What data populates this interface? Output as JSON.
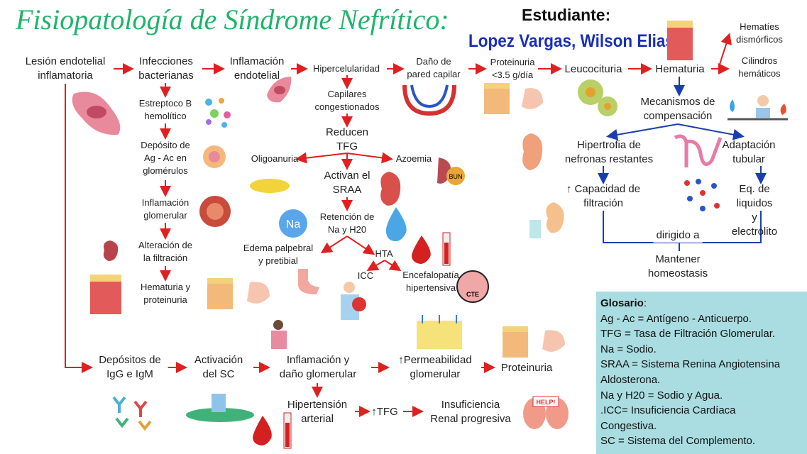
{
  "title": "Fisiopatología de Síndrome Nefrítico:",
  "student_label": "Estudiante:",
  "student_name": "Lopez Vargas, Wilson Elias",
  "colors": {
    "title": "#1fb36b",
    "student": "#1a2fb8",
    "arrow": "#e02020",
    "compensation": "#1a3db0",
    "glossary_bg": "#a9dde1"
  },
  "nodes": {
    "lesion": "Lesión endotelial\ninflamatoria",
    "infecciones": "Infecciones\nbacterianas",
    "inflamacion_endotelial": "Inflamación\nendotelial",
    "hipercelularidad": "Hipercelularidad",
    "dano_pared": "Daño de\npared capilar",
    "proteinuria_top": "Proteinuria\n<3.5 g/día",
    "leucocituria": "Leucocituria",
    "hematuria": "Hematuria",
    "hematies": "Hematíes\ndismórficos",
    "cilindros": "Cilindros\nhemáticos",
    "capilares": "Capilares\ncongestionados",
    "reducen_tfg": "Reducen\nTFG",
    "oligoanuria": "Oligoanuria",
    "azoemia": "Azoemia",
    "sraa": "Activan el\nSRAA",
    "retencion": "Retención de\nNa y H20",
    "edema": "Edema palpebral\ny pretibial",
    "hta": "HTA",
    "icc": "ICC",
    "encefalopatia": "Encefalopatía\nhipertensiva",
    "estreptoco": "Estreptoco B\nhemolítico",
    "deposito": "Depósito de\nAg - Ac en\nglomérulos",
    "inflamacion_glomerular": "Inflamación\nglomerular",
    "alteracion": "Alteración de\nla filtración",
    "hematuria_proteinuria": "Hematuria y\nproteinuria",
    "mecanismos": "Mecanismos de\ncompensación",
    "hipertrofia": "Hipertrofia de\nnefronas restantes",
    "adaptacion": "Adaptación\ntubular",
    "capacidad": "↑ Capacidad de\nfiltración",
    "equilibrio": "Eq. de liquidos\ny electrolito",
    "dirigido": "dirigido a",
    "homeostasis": "Mantener\nhomeostasis",
    "depositos_igg": "Depósitos de\nIgG e IgM",
    "activacion_sc": "Activación\ndel SC",
    "inflamacion_dano": "Inflamación y\ndaño glomerular",
    "permeabilidad": "↑Permeabilidad\nglomerular",
    "proteinuria_bottom": "Proteinuria",
    "hipertension": "Hipertensión\narterial",
    "tfg_up": "↑TFG",
    "insuficiencia": "Insuficiencia\nRenal progresiva"
  },
  "image_labels": {
    "na": "Na",
    "bun": "BUN",
    "cte": "CTE",
    "help": "HELP!"
  },
  "glossary": {
    "title": "Glosario",
    "items": [
      "Ag - Ac = Antígeno - Anticuerpo.",
      "TFG = Tasa de Filtración Glomerular.",
      "Na = Sodio.",
      "SRAA = Sistema Renina Angiotensina",
      "Aldosterona.",
      "Na y H20 = Sodio y Agua.",
      ".ICC= Insuficiencia Cardíaca",
      "Congestiva.",
      "SC = Sistema del Complemento."
    ]
  }
}
